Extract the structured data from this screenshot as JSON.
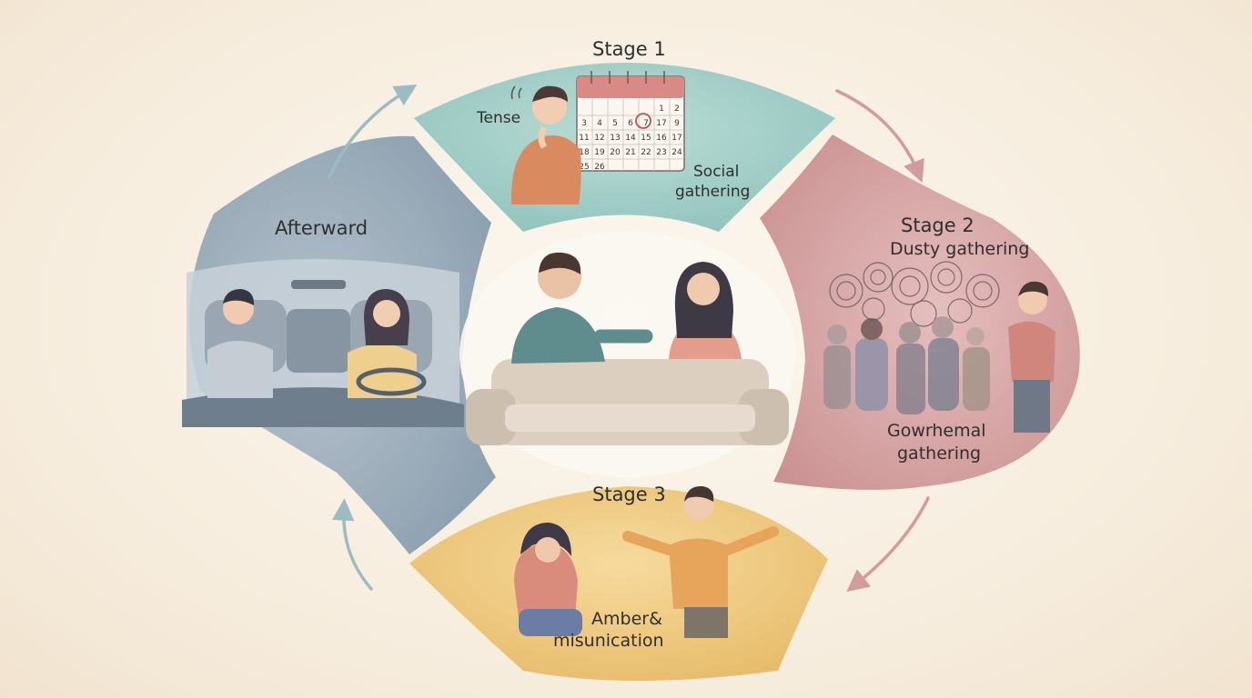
{
  "stage1": {
    "title": "Stage 1",
    "label_left": "Tense",
    "label_right": "Social",
    "label_right2": "gathering",
    "calendar_numbers": [
      "1",
      "2",
      "3",
      "4",
      "5",
      "6",
      "7",
      "17",
      "9",
      "11",
      "12",
      "13",
      "14",
      "15",
      "16",
      "17",
      "18",
      "19",
      "20",
      "21",
      "22",
      "23",
      "24",
      "25",
      "26"
    ]
  },
  "stage2": {
    "title": "Stage 2",
    "subtitle": "Dusty gathering",
    "caption_line1": "Gowrhemal",
    "caption_line2": "gathering"
  },
  "stage3": {
    "title": "Stage 3",
    "caption_line1": "Amber&",
    "caption_line2": "misunication"
  },
  "afterward": {
    "title": "Afterward"
  },
  "colors": {
    "teal": "#9dcdc7",
    "rose": "#cf9b9e",
    "amber": "#edc574",
    "slate": "#8ea3b4",
    "arrow_teal": "#9cbcc3",
    "arrow_rose": "#d49b9d"
  }
}
